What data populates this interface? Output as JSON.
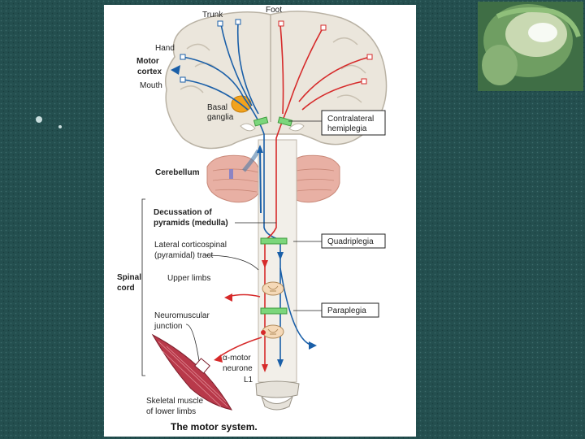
{
  "diagram": {
    "caption": "The motor system.",
    "labels": {
      "trunk": "Trunk",
      "foot": "Foot",
      "hand": "Hand",
      "motor_cortex_1": "Motor",
      "motor_cortex_2": "cortex",
      "mouth": "Mouth",
      "basal_1": "Basal",
      "basal_2": "ganglia",
      "cerebellum": "Cerebellum",
      "decussation_1": "Decussation of",
      "decussation_2": "pyramids (medulla)",
      "lateral_1": "Lateral corticospinal",
      "lateral_2": "(pyramidal) tract",
      "spinal_1": "Spinal",
      "spinal_2": "cord",
      "upper_limbs": "Upper limbs",
      "nmj_1": "Neuromuscular",
      "nmj_2": "junction",
      "alpha_1": "α-motor",
      "alpha_2": "neurone",
      "l1": "L1",
      "skeletal_1": "Skeletal muscle",
      "skeletal_2": "of lower limbs"
    },
    "boxes": {
      "contralateral_1": "Contralateral",
      "contralateral_2": "hemiplegia",
      "quadriplegia": "Quadriplegia",
      "paraplegia": "Paraplegia"
    },
    "colors": {
      "background": "#1f4a4a",
      "left_tract": "#1a5fa8",
      "right_tract": "#d62a2a",
      "brain": "#ebe6dc",
      "cerebellum": "#e8b0a4",
      "lesion_marker": "#7bd67b",
      "basal_ganglia": "#f2a31e"
    }
  }
}
